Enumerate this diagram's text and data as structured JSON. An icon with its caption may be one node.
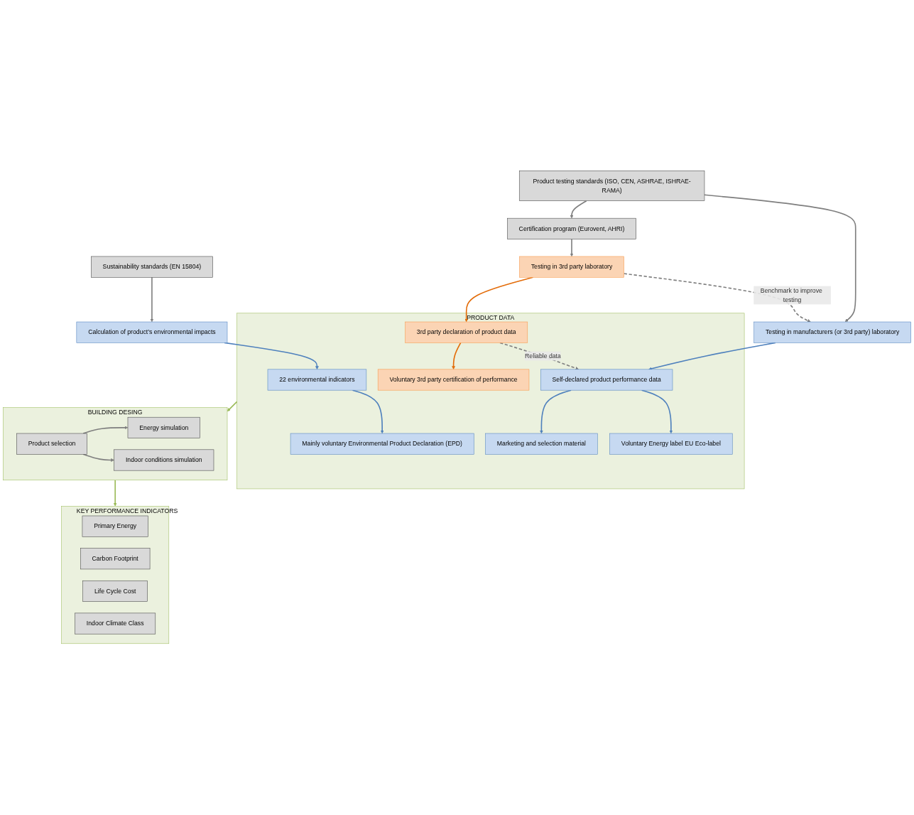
{
  "diagram": {
    "nodes": [
      {
        "text": [
          "Sustainability standards (EN 15804)"
        ]
      },
      {
        "text": [
          "Product testing standards (ISO, CEN, ASHRAE, ISHRAE-RAMA)"
        ]
      },
      {
        "text": [
          "Certification program (Eurovent, AHRI)"
        ]
      },
      {
        "text": [
          "Calculation of product’s environmental impacts"
        ]
      },
      {
        "text": [
          "Testing in manufacturers (or 3rd party) laboratory"
        ]
      },
      {
        "text": [
          "Testing in 3rd party laboratory"
        ]
      },
      {
        "text": [
          "PRODUCT DATA"
        ]
      },
      {
        "text": [
          "22 environmental indicators"
        ],
        "in": 6
      },
      {
        "text": [
          "Self-declared product performance data"
        ],
        "in": 6
      },
      {
        "text": [
          "3rd party declaration of product data"
        ],
        "in": 6
      },
      {
        "text": [
          "Mainly voluntary Environmental Product Declaration (EPD)"
        ],
        "in": 6
      },
      {
        "text": [
          "Voluntary Energy label EU Eco-label"
        ],
        "in": 6
      },
      {
        "text": [
          "Marketing and selection material"
        ],
        "in": 6
      },
      {
        "text": [
          "Voluntary 3rd party certification of performance"
        ],
        "in": 6
      },
      {
        "text": [
          "BUILDING DESING"
        ]
      },
      {
        "text": [
          "Energy simulation"
        ],
        "in": 14
      },
      {
        "text": [
          "Product selection"
        ],
        "in": 14
      },
      {
        "text": [
          "Indoor conditions simulation"
        ],
        "in": 14
      },
      {
        "text": [
          "KEY PERFORMANCE INDICATORS"
        ]
      },
      {
        "text": [
          "Primary Energy"
        ],
        "in": 18
      },
      {
        "text": [
          "Carbon Footprint"
        ],
        "in": 18
      },
      {
        "text": [
          "Life Cycle Cost"
        ],
        "in": 18
      },
      {
        "text": [
          "Indoor Climate Class"
        ],
        "in": 18
      }
    ],
    "edges": [
      {
        "from": 0,
        "to": 3,
        "arrow": "to"
      },
      {
        "from": 1,
        "to": 4,
        "arrow": "to"
      },
      {
        "from": 1,
        "to": 2,
        "arrow": "to"
      },
      {
        "from": 2,
        "to": 5,
        "arrow": "to"
      },
      {
        "from": 5,
        "to": 4,
        "arrow": "to",
        "label": "Benchmark to improve testing",
        "style": "dashed"
      },
      {
        "from": 3,
        "to": 7,
        "arrow": "to",
        "color": "#4f81bd"
      },
      {
        "from": 4,
        "to": 8,
        "arrow": "to",
        "color": "#4f81bd"
      },
      {
        "from": 5,
        "to": 9,
        "arrow": "to",
        "color": "#e36c09"
      },
      {
        "from": 9,
        "to": 8,
        "arrow": "to",
        "label": "Reliable data",
        "style": "dashed"
      },
      {
        "from": 7,
        "to": 10,
        "arrow": "to",
        "color": "#4f81bd"
      },
      {
        "from": 8,
        "to": 11,
        "arrow": "to",
        "color": "#4f81bd"
      },
      {
        "from": 8,
        "to": 12,
        "arrow": "to",
        "color": "#4f81bd"
      },
      {
        "from": 9,
        "to": 13,
        "arrow": "to",
        "color": "#e36c09"
      },
      {
        "from": 6,
        "to": 14,
        "arrow": "to",
        "color": "#9bbb59"
      },
      {
        "from": 16,
        "to": 15,
        "arrow": "to"
      },
      {
        "from": 16,
        "to": 17,
        "arrow": "to"
      },
      {
        "from": 14,
        "to": 18,
        "arrow": "to",
        "color": "#9bbb59"
      }
    ]
  }
}
